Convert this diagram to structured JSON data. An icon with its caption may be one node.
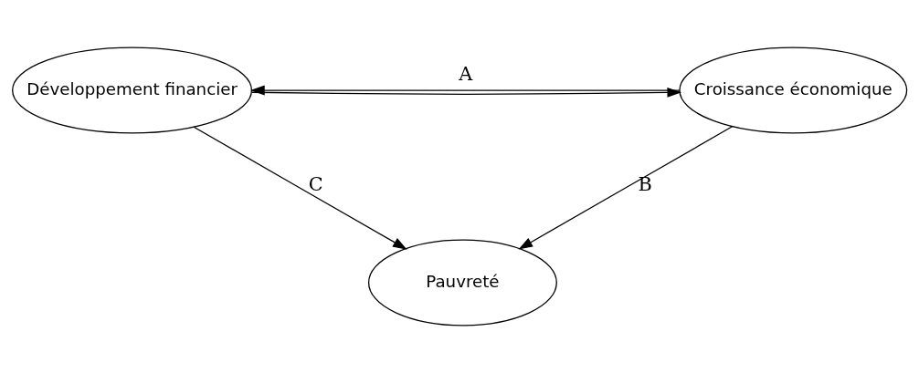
{
  "diagram": {
    "nodes": [
      {
        "text": [
          "Développement financier"
        ]
      },
      {
        "text": [
          "Croissance économique"
        ]
      },
      {
        "text": [
          "Pauvreté"
        ]
      }
    ],
    "edges": [
      {
        "from": 0,
        "to": 1,
        "arrow": "to"
      },
      {
        "from": 1,
        "to": 0,
        "arrow": "to",
        "label": "A"
      },
      {
        "from": 0,
        "to": 2,
        "arrow": "to",
        "label": "C"
      },
      {
        "from": 1,
        "to": 2,
        "arrow": "to",
        "label": "B"
      }
    ]
  }
}
